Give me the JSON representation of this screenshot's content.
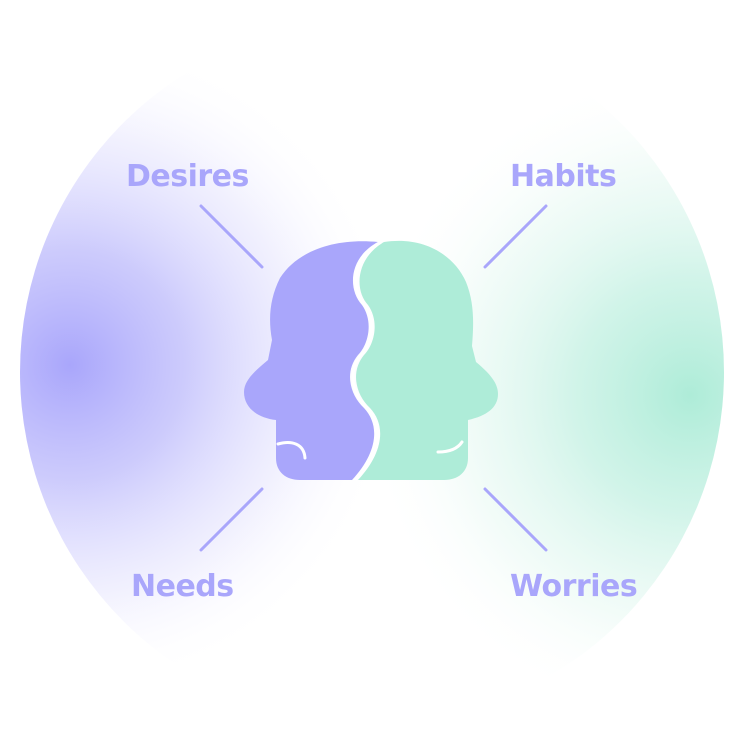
{
  "labels": {
    "top_left": "Desires",
    "top_right": "Habits",
    "bottom_left": "Needs",
    "bottom_right": "Worries"
  },
  "colors": {
    "purple": "#a9a6fb",
    "mint": "#aeecd8",
    "connector": "#a9a6fb",
    "background": "#ffffff"
  }
}
